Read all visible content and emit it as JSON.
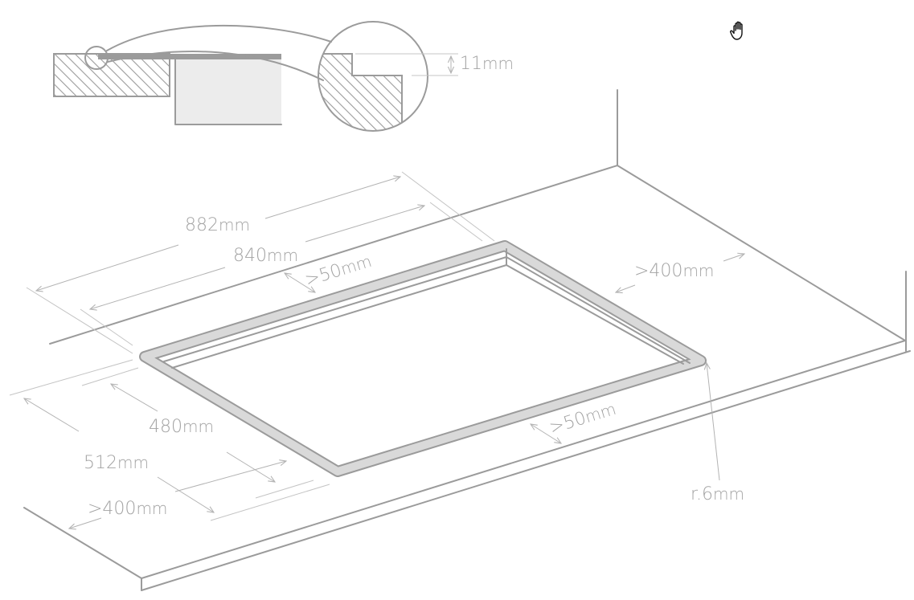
{
  "detail": {
    "thickness_label": "11",
    "thickness_unit": "mm"
  },
  "dimensions": {
    "overall_length": {
      "value": "882",
      "unit": "mm"
    },
    "cutout_length": {
      "value": "840",
      "unit": "mm"
    },
    "cutout_depth": {
      "value": "480",
      "unit": "mm"
    },
    "overall_depth": {
      "value": "512",
      "unit": "mm"
    },
    "back_margin": {
      "value": ">50",
      "unit": "mm"
    },
    "front_margin": {
      "value": ">50",
      "unit": "mm"
    },
    "side_clearance_right": {
      "value": ">400",
      "unit": "mm"
    },
    "side_clearance_left": {
      "value": ">400",
      "unit": "mm"
    },
    "corner_radius": {
      "value": "r.6",
      "unit": "mm"
    }
  },
  "colors": {
    "line": "#9b9b9b",
    "rim": "#d9d9d9",
    "label": "#a3a3a3",
    "hatch": "#9b9b9b",
    "cabinet_fill": "#ececec"
  },
  "icons": {
    "cursor": "hand-grab-icon"
  }
}
